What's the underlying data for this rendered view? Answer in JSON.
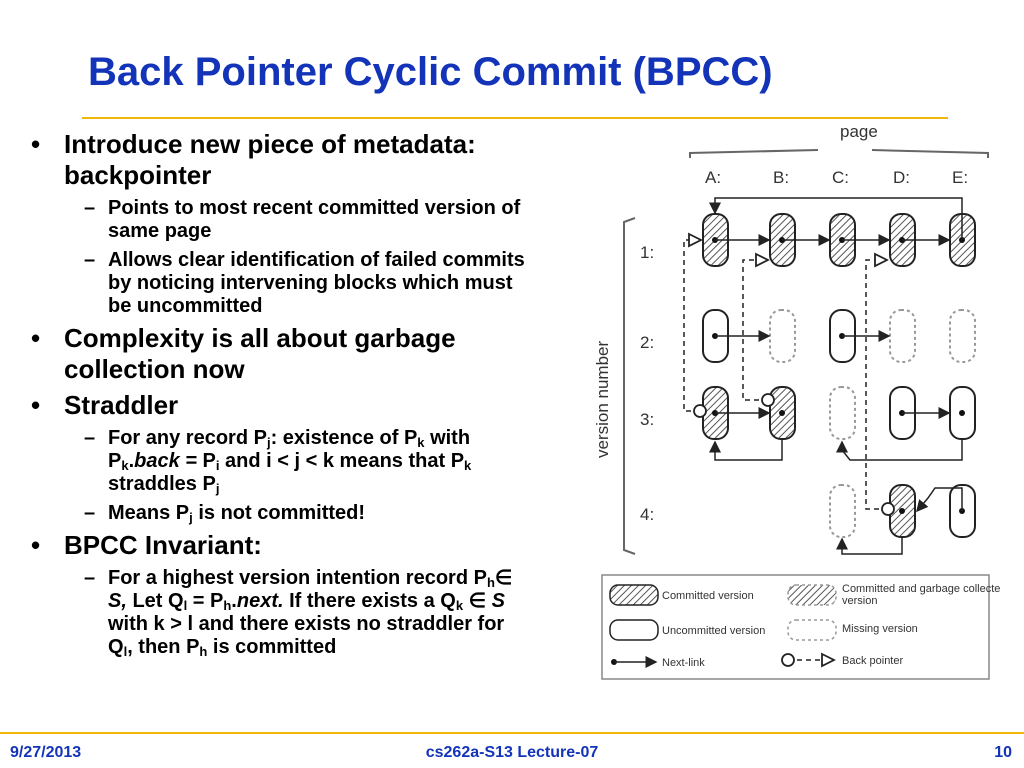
{
  "slide": {
    "title": "Back Pointer Cyclic Commit (BPCC)",
    "date": "9/27/2013",
    "course": "cs262a-S13 Lecture-07",
    "page_number": "10"
  },
  "bullets": {
    "b1": "Introduce new piece of metadata: backpointer",
    "b1_s1": "Points to most recent committed version of same page",
    "b1_s2": "Allows clear identification of failed commits by noticing intervening blocks which must be uncommitted",
    "b2": "Complexity is all about garbage collection now",
    "b3": "Straddler",
    "b3_s1": {
      "t1": "For any record P",
      "s1": "j",
      "t2": ": existence of P",
      "s2": "k",
      "t3": " with P",
      "s3": "k",
      "t4": ".",
      "t5": "back = ",
      "t6": "P",
      "s4": "i",
      "t7": " and i < j < k means that P",
      "s5": "k",
      "t8": " straddles P",
      "s6": "j"
    },
    "b3_s2": {
      "t1": "Means P",
      "s1": "j",
      "t2": " is not committed!"
    },
    "b4": "BPCC Invariant:",
    "b4_s1": {
      "t1": "For a highest version intention record P",
      "s1": "h",
      "t2": "∈ ",
      "t3": "S,",
      "t4": " Let Q",
      "s2": "l",
      "t5": " = P",
      "s3": "h",
      "t6": ".",
      "t7": "next.",
      "t8": " If there exists a Q",
      "s4": "k",
      "t9": " ∈ ",
      "t10": "S",
      "t11": " with k > l and there exists no straddler for Q",
      "s5": "l",
      "t12": ", then P",
      "s6": "h",
      "t13": " is committed"
    }
  },
  "figure": {
    "page_label": "page",
    "axis_label": "version number",
    "columns": [
      "A:",
      "B:",
      "C:",
      "D:",
      "E:"
    ],
    "rows": [
      "1:",
      "2:",
      "3:",
      "4:"
    ],
    "legend": {
      "committed": "Committed version",
      "committed_gc": "Committed and garbage collected version",
      "uncommitted": "Uncommitted version",
      "missing": "Missing version",
      "next_link": "Next-link",
      "back_pointer": "Back pointer"
    }
  },
  "colors": {
    "title": "#1334b8",
    "rule": "#f2b705",
    "footer": "#1334b8"
  }
}
